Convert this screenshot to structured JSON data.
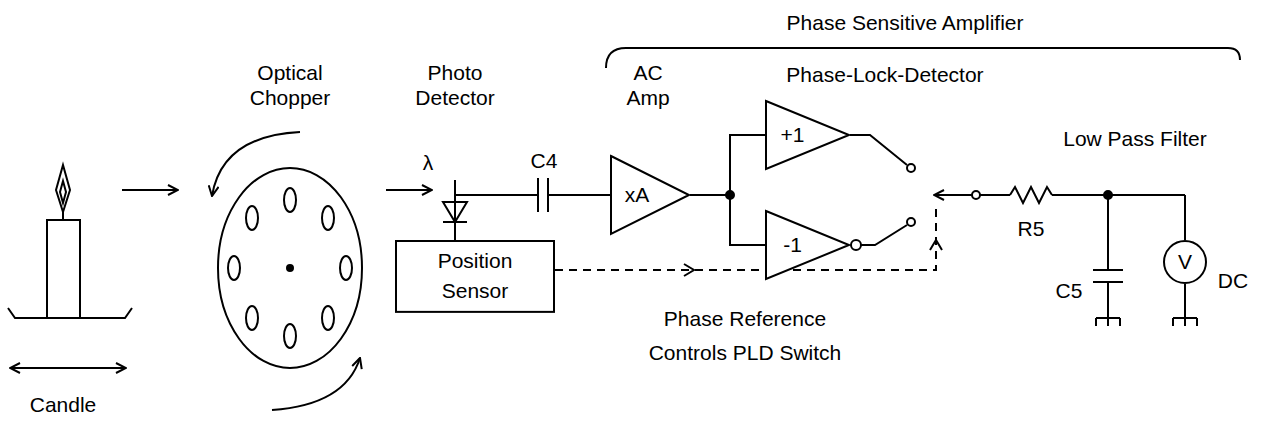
{
  "diagram": {
    "nodes": [
      {
        "text": [
          "Position Sensor"
        ]
      },
      {
        "text": [
          "xA"
        ]
      },
      {
        "text": [
          "+1"
        ]
      },
      {
        "text": [
          "-1"
        ]
      },
      {
        "text": [
          "V"
        ]
      }
    ],
    "edges": [
      {
        "from": 1,
        "to": 2,
        "arrow": "none"
      },
      {
        "from": 1,
        "to": 3,
        "arrow": "none"
      }
    ],
    "labels": [
      "Phase Sensitive Amplifier",
      "Optical Chopper",
      "Photo Detector",
      "AC Amp",
      "Phase-Lock-Detector",
      "Low Pass Filter",
      "λ",
      "C4",
      "R5",
      "C5",
      "DC",
      "Phase Reference Controls PLD Switch",
      "Candle"
    ]
  }
}
